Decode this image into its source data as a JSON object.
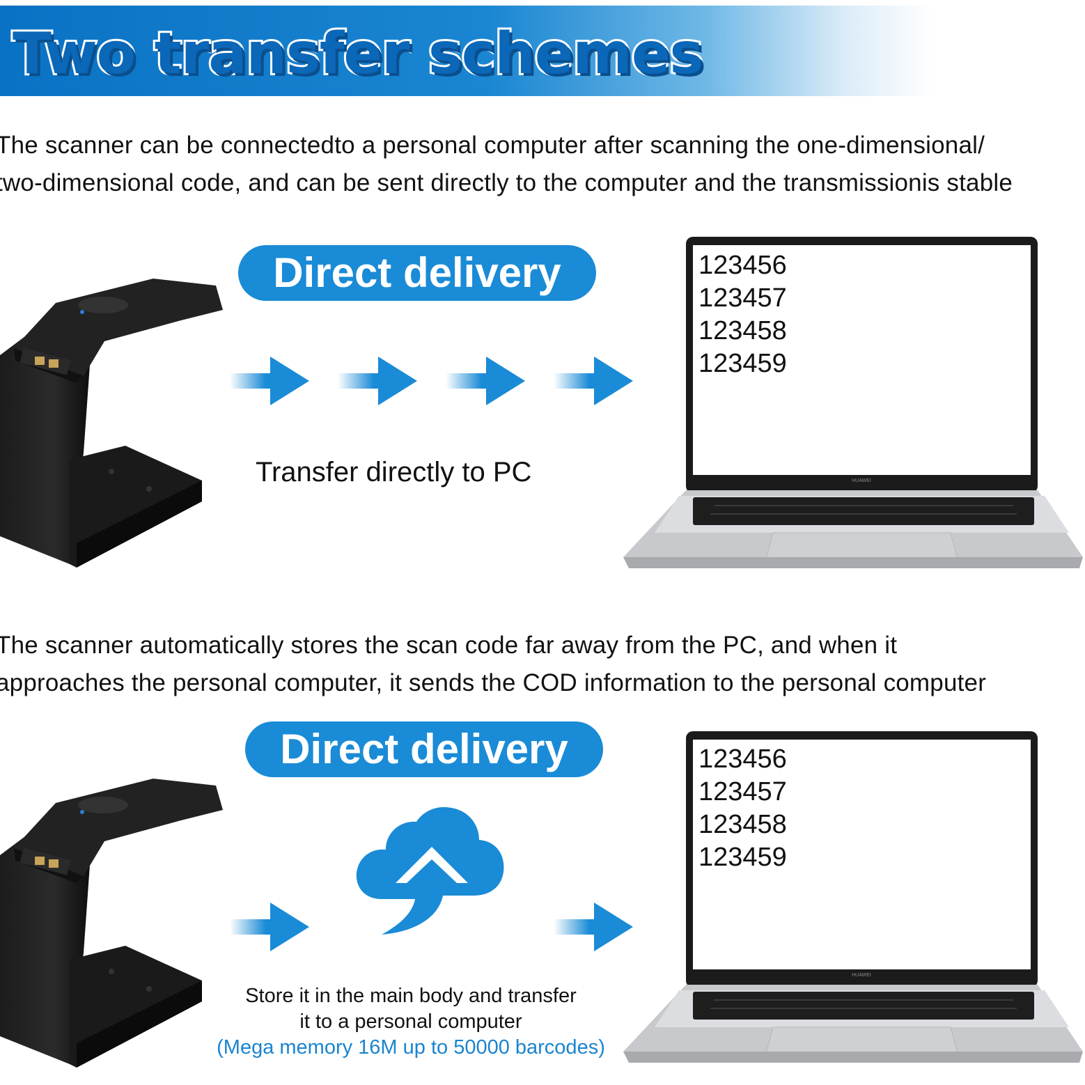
{
  "banner": {
    "title": "Two transfer schemes"
  },
  "section1": {
    "description_line1": "The scanner can be connectedto a personal computer after scanning the one-dimensional/",
    "description_line2": "two-dimensional code, and can be sent directly to the computer and the transmissionis stable",
    "pill_label": "Direct delivery",
    "caption": "Transfer directly to PC",
    "screen_values": [
      "123456",
      "123457",
      "123458",
      "123459"
    ]
  },
  "section2": {
    "description_line1": "The scanner automatically stores the scan code far away from the PC,  and when it",
    "description_line2": "approaches the personal computer,  it sends the COD information to the personal computer",
    "pill_label": "Direct delivery",
    "caption_line1": "Store it in the main body and transfer",
    "caption_line2": "it to a personal computer",
    "caption_line3": "(Mega memory 16M up to 50000 barcodes)",
    "screen_values": [
      "123456",
      "123457",
      "123458",
      "123459"
    ]
  },
  "laptop_brand": "HUAWEI",
  "colors": {
    "accent": "#1a8bd6",
    "banner": "#0a72c4"
  },
  "icons": [
    "arrow-right-icon",
    "cloud-upload-icon",
    "barcode-scanner",
    "laptop"
  ]
}
